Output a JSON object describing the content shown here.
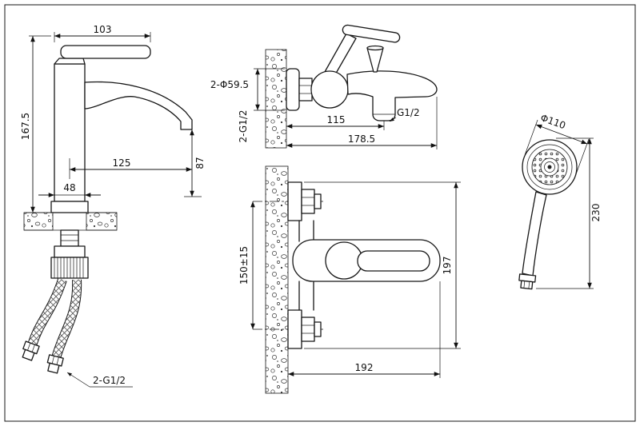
{
  "drawing": {
    "background": "#ffffff",
    "line_color": "#161616"
  },
  "views": {
    "basin": {
      "dim_top_width": "103",
      "dim_height": "167.5",
      "dim_reach": "125",
      "dim_spout_height": "87",
      "dim_body_width": "48",
      "label_thread": "2-G1/2"
    },
    "mixer_side": {
      "dim_escutcheon": "2-Φ59.5",
      "label_thread": "2-G1/2",
      "dim_spout": "115",
      "dim_depth": "178.5",
      "label_outlet": "G1/2"
    },
    "mixer_front": {
      "dim_centers": "150±15",
      "dim_height": "197",
      "dim_width": "192"
    },
    "shower": {
      "dim_diameter": "Φ110",
      "dim_length": "230"
    }
  }
}
